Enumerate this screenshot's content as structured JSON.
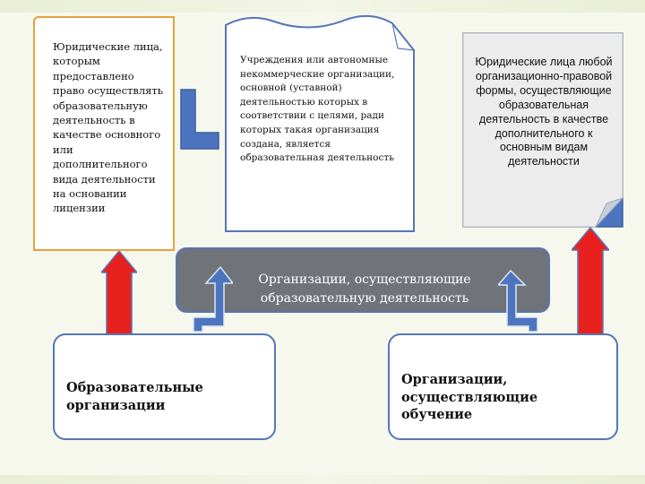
{
  "boxes": {
    "left": "Юридические лица, которым предоставлено право осуществлять образовательную деятельность в качестве основного или дополнительного вида деятельности на основании лицензии",
    "center": "Учреждения или автономные некоммерческие организации, основной (уставной) деятельностью которых в соответствии с целями, ради которых такая организация создана, является образовательная деятельность",
    "right": "Юридические лица любой организационно-правовой формы, осуществляющие образовательная деятельность в качестве дополнительного к основным видам деятельности"
  },
  "center_bar": {
    "line1": "Организации, осуществляющие",
    "line2": "образовательную деятельность"
  },
  "bottom": {
    "left": "Образовательные организации",
    "right": "Организации, осуществляющие обучение"
  },
  "colors": {
    "background": "#f6f8ee",
    "accent_blue": "#5577b8",
    "bar_gray": "#707478",
    "arrow_red": "#e8201e",
    "box_orange_border": "#e6a23a"
  }
}
